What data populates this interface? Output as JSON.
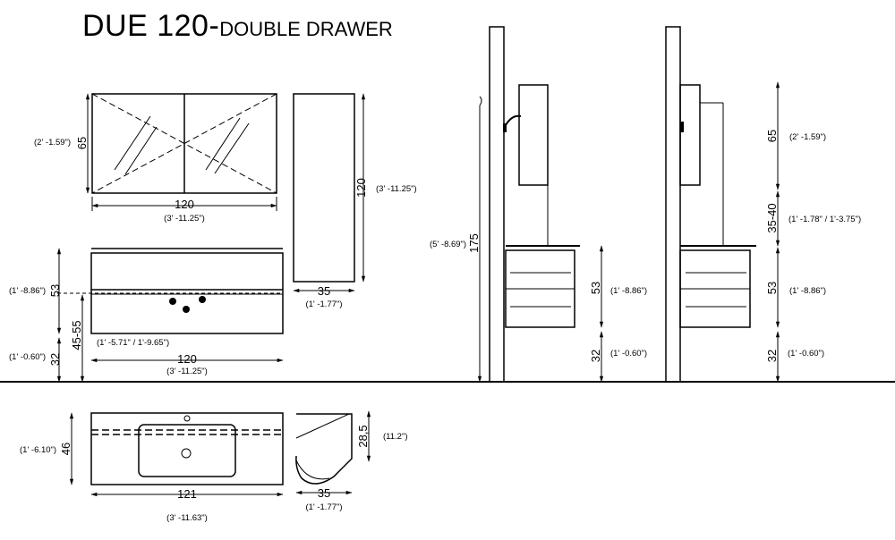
{
  "title": {
    "model": "DUE 120-",
    "subtitle": "DOUBLE DRAWER"
  },
  "mirror_front": {
    "width": "120",
    "width_imp": "(3' -11.25\")",
    "height": "65",
    "height_imp": "(2' -1.59\")"
  },
  "mirror_side": {
    "height": "120",
    "height_imp": "(3' -11.25\")"
  },
  "vanity_front": {
    "height": "53",
    "height_imp": "(1' -8.86\")",
    "leg": "32",
    "leg_imp": "(1' -0.60\")",
    "range": "45-55",
    "range_imp": "(1' -5.71\" / 1'-9.65\")",
    "width": "120",
    "width_imp": "(3' -11.25\")"
  },
  "vanity_side": {
    "depth": "35",
    "depth_imp": "(1' -1.77\")"
  },
  "side_left": {
    "total": "175",
    "total_imp": "(5' -8.69\")",
    "drawer": "53",
    "drawer_imp": "(1' -8.86\")",
    "floor": "32",
    "floor_imp": "(1' -0.60\")"
  },
  "side_right": {
    "mirror": "65",
    "mirror_imp": "(2' -1.59\")",
    "gap": "35-40",
    "gap_imp": "(1' -1.78\" / 1'-3.75\")",
    "drawer": "53",
    "drawer_imp": "(1' -8.86\")",
    "floor": "32",
    "floor_imp": "(1' -0.60\")"
  },
  "top_view": {
    "width": "121",
    "width_imp": "(3' -11.63\")",
    "depth": "46",
    "depth_imp": "(1' -6.10\")"
  },
  "sink_section": {
    "height": "28,5",
    "height_imp": "(11.2\")",
    "depth": "35",
    "depth_imp": "(1' -1.77\")"
  }
}
